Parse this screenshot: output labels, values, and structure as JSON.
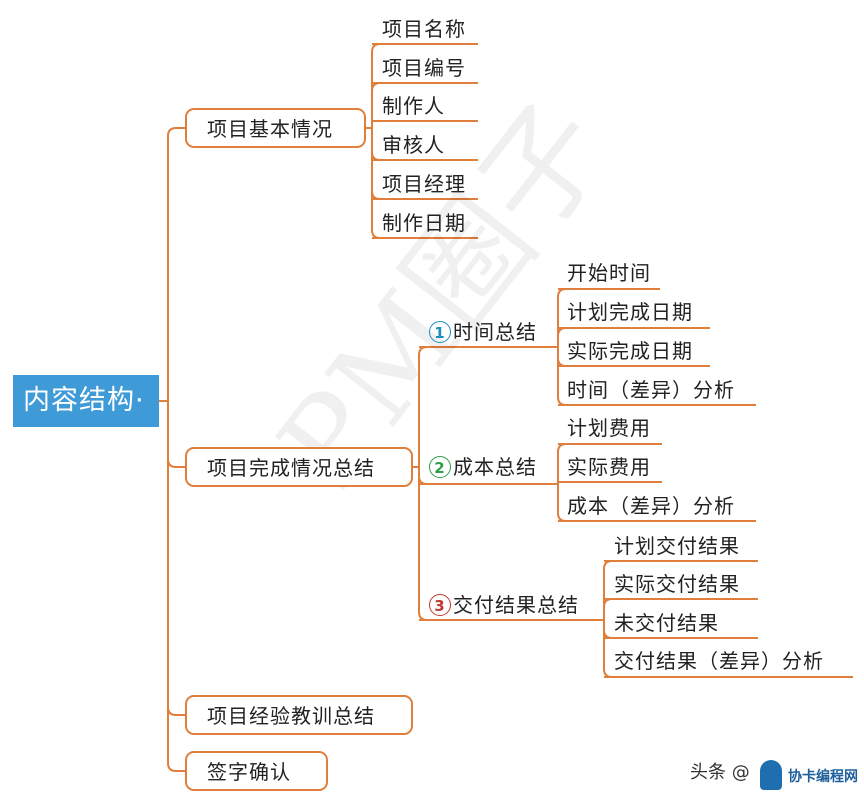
{
  "root": {
    "label": "内容结构",
    "dot": "·"
  },
  "branches": [
    {
      "label": "项目基本情况",
      "children": [
        "项目名称",
        "项目编号",
        "制作人",
        "审核人",
        "项目经理",
        "制作日期"
      ]
    },
    {
      "label": "项目完成情况总结",
      "groups": [
        {
          "number": "1",
          "color": "#1a8fb8",
          "label": "时间总结",
          "items": [
            "开始时间",
            "计划完成日期",
            "实际完成日期",
            "时间（差异）分析"
          ]
        },
        {
          "number": "2",
          "color": "#2e9e4a",
          "label": "成本总结",
          "items": [
            "计划费用",
            "实际费用",
            "成本（差异）分析"
          ]
        },
        {
          "number": "3",
          "color": "#c0392b",
          "label": "交付结果总结",
          "items": [
            "计划交付结果",
            "实际交付结果",
            "未交付结果",
            "交付结果（差异）分析"
          ]
        }
      ]
    },
    {
      "label": "项目经验教训总结"
    },
    {
      "label": "签字确认"
    }
  ],
  "watermark": "PM圈子",
  "footer": {
    "text": "头条 @",
    "logo_text": "协卡编程网"
  },
  "colors": {
    "connector": "#e07e3c",
    "root_bg": "#3f9bd8"
  }
}
